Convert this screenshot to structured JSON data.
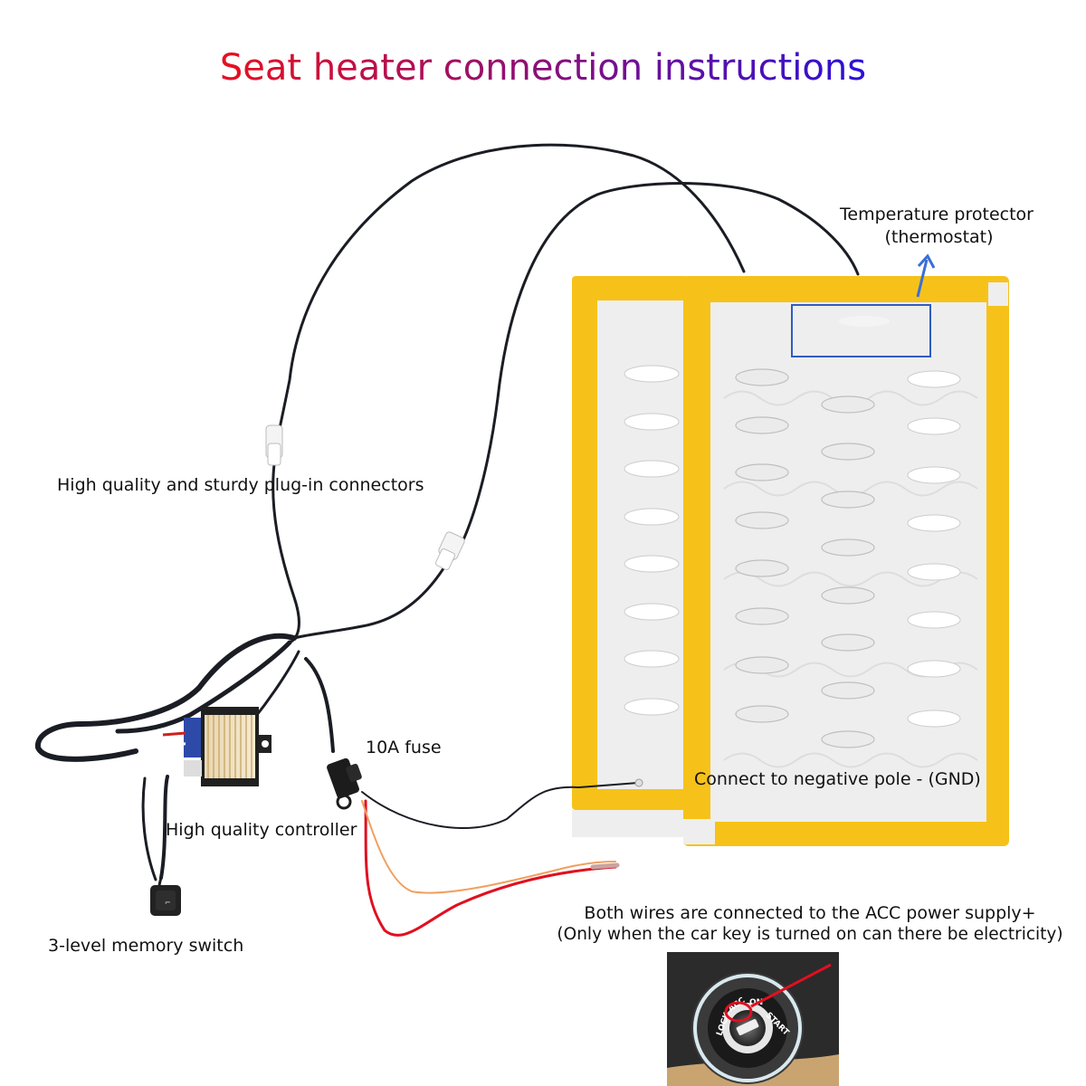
{
  "title": "Seat heater connection instructions",
  "labels": {
    "thermostat_line1": "Temperature protector",
    "thermostat_line2": "(thermostat)",
    "connectors": "High quality and sturdy plug-in connectors",
    "fuse": "10A fuse",
    "ground": "Connect to negative pole - (GND)",
    "controller": "High quality controller",
    "acc_line1": "Both wires are connected to the ACC power supply+",
    "acc_line2": "(Only when the car key is turned on can there be electricity)",
    "switch": "3-level memory switch"
  },
  "ignition_text": {
    "lock": "LOCK",
    "acc": "ACC",
    "on": "ON",
    "start": "START"
  },
  "colors": {
    "pad_border": "#f6c21a",
    "pad_inner": "#eeeeee",
    "highlight_box": "#2f5cc4",
    "arrow": "#3a6fd8",
    "wire_black": "#1b1d24",
    "wire_red": "#e01020",
    "wire_orange": "#f0a060"
  },
  "icons": {
    "arrow": "arrow-up-right-icon",
    "controller": "controller-box-icon",
    "switch": "rocker-switch-icon",
    "fuse": "fuse-holder-icon",
    "ignition": "ignition-key-icon"
  }
}
